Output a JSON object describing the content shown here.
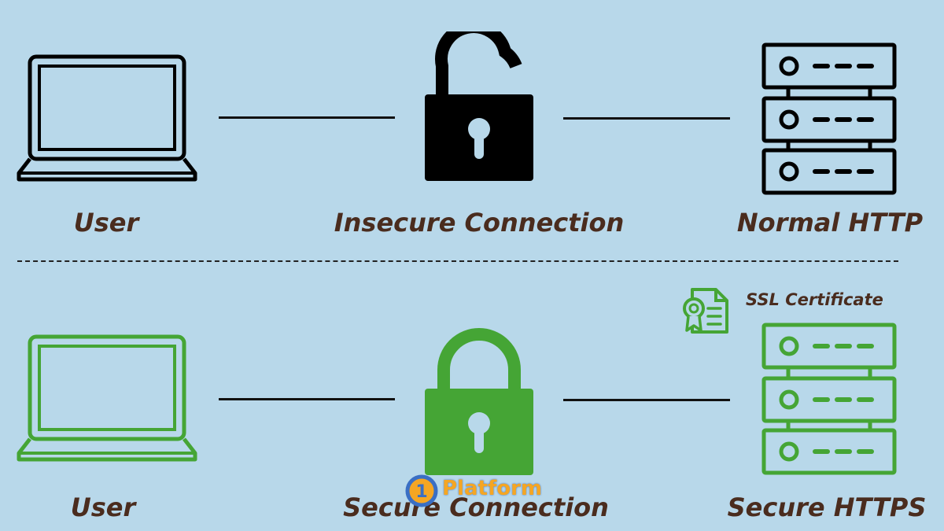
{
  "colors": {
    "background": "#b8d8ea",
    "insecure": "#000000",
    "secure": "#45a535",
    "label": "#4a2c1e"
  },
  "top_row": {
    "user_label": "User",
    "connection_label": "Insecure Connection",
    "server_label": "Normal HTTP",
    "user_icon": "laptop-icon",
    "lock_icon": "unlocked-padlock-icon",
    "server_icon": "server-icon"
  },
  "bottom_row": {
    "user_label": "User",
    "connection_label": "Secure Connection",
    "server_label": "Secure HTTPS",
    "certificate_label": "SSL Certificate",
    "user_icon": "laptop-icon",
    "lock_icon": "locked-padlock-icon",
    "server_icon": "server-icon",
    "certificate_icon": "certificate-icon"
  },
  "watermark": {
    "text": "Platform",
    "icon": "logo-icon"
  }
}
